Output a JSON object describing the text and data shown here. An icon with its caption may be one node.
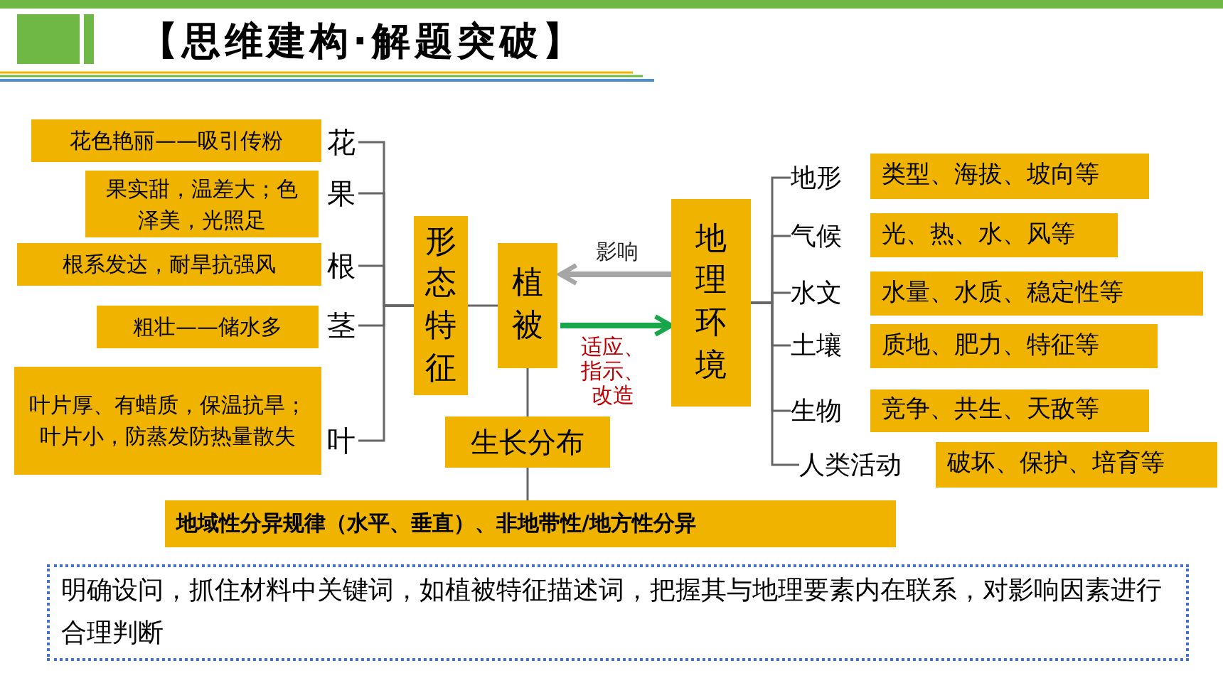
{
  "diagram": {
    "title": "【思维建构·解题突破】",
    "nodes": [
      {
        "text": [
          "花色艳丽——吸引传粉"
        ]
      },
      {
        "text": [
          "果实甜，温差大；色泽美，光照足"
        ]
      },
      {
        "text": [
          "根系发达，耐旱抗强风"
        ]
      },
      {
        "text": [
          "粗壮——储水多"
        ]
      },
      {
        "text": [
          "叶片厚、有蜡质，保温抗旱；叶片小，防蒸发防热量散失"
        ]
      },
      {
        "text": [
          "花"
        ]
      },
      {
        "text": [
          "果"
        ]
      },
      {
        "text": [
          "根"
        ]
      },
      {
        "text": [
          "茎"
        ]
      },
      {
        "text": [
          "叶"
        ]
      },
      {
        "text": [
          "形态特征"
        ]
      },
      {
        "text": [
          "植被"
        ]
      },
      {
        "text": [
          "地理环境"
        ]
      },
      {
        "text": [
          "生长分布"
        ]
      },
      {
        "text": [
          "地域性分异规律（水平、垂直）、非地带性/地方性分异"
        ]
      },
      {
        "text": [
          "地形"
        ]
      },
      {
        "text": [
          "气候"
        ]
      },
      {
        "text": [
          "水文"
        ]
      },
      {
        "text": [
          "土壤"
        ]
      },
      {
        "text": [
          "生物"
        ]
      },
      {
        "text": [
          "人类活动"
        ]
      },
      {
        "text": [
          "类型、海拔、坡向等"
        ]
      },
      {
        "text": [
          "光、热、水、风等"
        ]
      },
      {
        "text": [
          "水量、水质、稳定性等"
        ]
      },
      {
        "text": [
          "质地、肥力、特征等"
        ]
      },
      {
        "text": [
          "竞争、共生、天敌等"
        ]
      },
      {
        "text": [
          "破坏、保护、培育等"
        ]
      },
      {
        "text": [
          "明确设问，抓住材料中关键词，如植被特征描述词，把握其与地理要素内在联系，对影响因素进行合理判断"
        ]
      }
    ],
    "edges": [
      {
        "from": 5,
        "to": 10,
        "arrow": "none"
      },
      {
        "from": 6,
        "to": 10,
        "arrow": "none"
      },
      {
        "from": 7,
        "to": 10,
        "arrow": "none"
      },
      {
        "from": 8,
        "to": 10,
        "arrow": "none"
      },
      {
        "from": 9,
        "to": 10,
        "arrow": "none"
      },
      {
        "from": 10,
        "to": 11,
        "arrow": "none"
      },
      {
        "from": 12,
        "to": 11,
        "arrow": "to",
        "label": "影响",
        "style": "thick",
        "color": "#a6a6a6"
      },
      {
        "from": 11,
        "to": 12,
        "arrow": "to",
        "label": "适应、指示、改造",
        "style": "thick",
        "color": "#1aa64a"
      },
      {
        "from": 11,
        "to": 13,
        "arrow": "none"
      },
      {
        "from": 13,
        "to": 14,
        "arrow": "none"
      },
      {
        "from": 12,
        "to": 15,
        "arrow": "none"
      },
      {
        "from": 12,
        "to": 16,
        "arrow": "none"
      },
      {
        "from": 12,
        "to": 17,
        "arrow": "none"
      },
      {
        "from": 12,
        "to": 18,
        "arrow": "none"
      },
      {
        "from": 12,
        "to": 19,
        "arrow": "none"
      },
      {
        "from": 12,
        "to": 20,
        "arrow": "none"
      }
    ]
  }
}
